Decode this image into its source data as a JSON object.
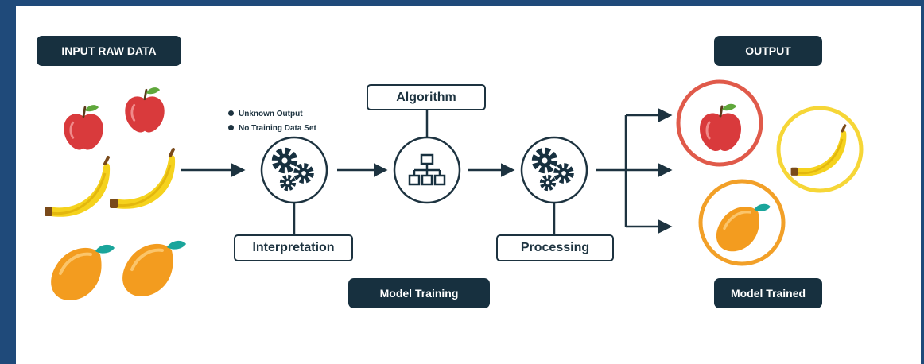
{
  "labels": {
    "input_raw_data": "INPUT RAW DATA",
    "output": "OUTPUT",
    "algorithm": "Algorithm",
    "interpretation": "Interpretation",
    "processing": "Processing",
    "model_training": "Model Training",
    "model_trained": "Model Trained"
  },
  "notes": [
    "Unknown Output",
    "No Training Data Set"
  ],
  "colors": {
    "dark": "#17303f",
    "stroke": "#1d3340",
    "apple": "#d93a3c",
    "banana": "#f5d21d",
    "mango": "#f39c1f",
    "ring_red": "#e05a4a",
    "ring_yellow": "#f6d637",
    "ring_orange": "#f2a028",
    "frame": "#1f4a7a"
  },
  "icons": [
    "gears-icon",
    "hierarchy-icon",
    "arrow-icon"
  ]
}
